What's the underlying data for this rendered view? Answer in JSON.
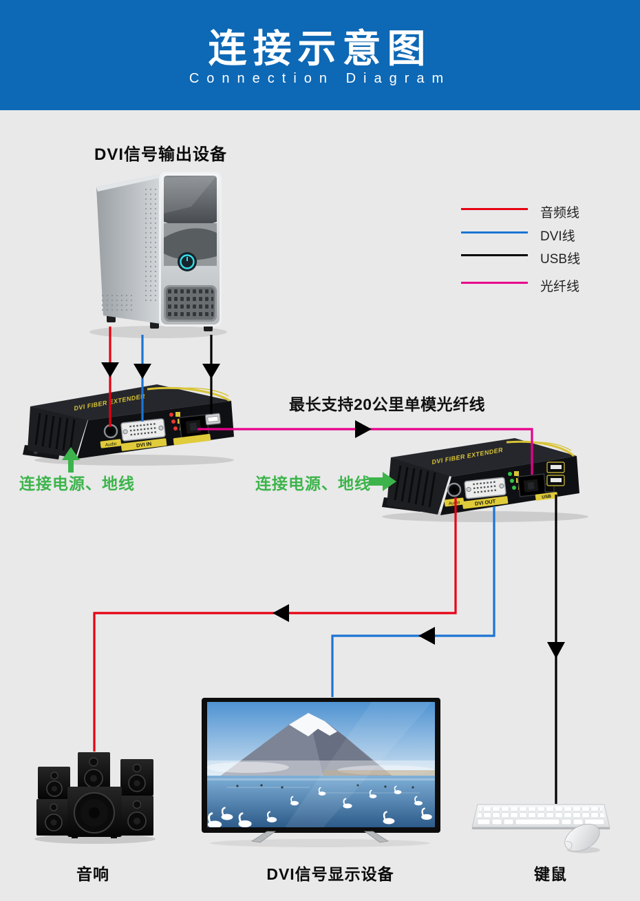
{
  "header": {
    "title": "连接示意图",
    "subtitle": "Connection Diagram"
  },
  "colors": {
    "banner_blue": "#0d68b5",
    "background": "#e9e9e9",
    "audio_cable_red": "#e60012",
    "dvi_cable_blue": "#1b74d4",
    "usb_cable_black": "#000000",
    "fiber_cable_magenta": "#e8008c",
    "annotation_green": "#3cb44b"
  },
  "legend": {
    "items": [
      {
        "label": "音频线",
        "color": "#e60012"
      },
      {
        "label": "DVI线",
        "color": "#1b74d4"
      },
      {
        "label": "USB线",
        "color": "#000000"
      },
      {
        "label": "光纤线",
        "color": "#e8008c"
      }
    ]
  },
  "annotations": {
    "fiber_note": "最长支持20公里单模光纤线",
    "power_note_left": "连接电源、地线",
    "power_note_right": "连接电源、地线"
  },
  "devices": {
    "source": {
      "label": "DVI信号输出设备"
    },
    "transmitter": {
      "top_text": "DVI FIBER EXTENDER",
      "audio_port_label": "Audio",
      "dvi_port_label": "DVI IN"
    },
    "receiver": {
      "top_text": "DVI FIBER EXTENDER",
      "audio_port_label": "Audio",
      "dvi_port_label": "DVI OUT",
      "usb_port_label": "USB"
    },
    "speakers": {
      "label": "音响"
    },
    "display": {
      "label": "DVI信号显示设备"
    },
    "keyboard_mouse": {
      "label": "键鼠"
    }
  }
}
